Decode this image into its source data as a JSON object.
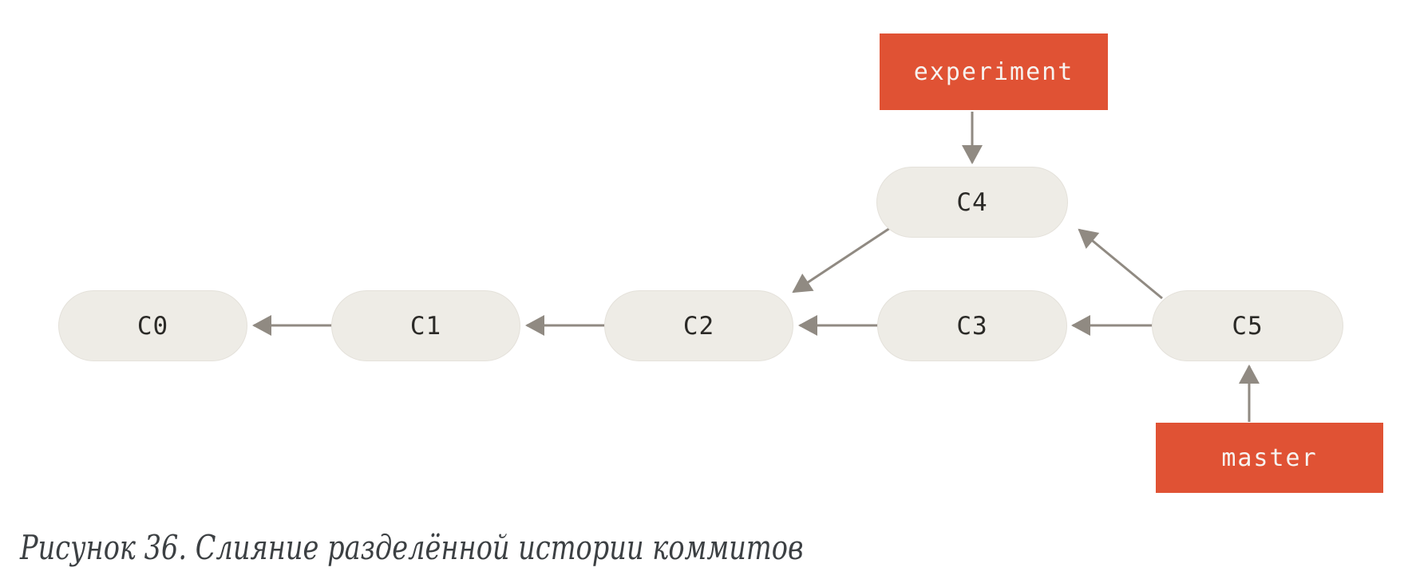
{
  "figure_caption": "Рисунок 36. Слияние разделённой истории коммитов",
  "diagram": {
    "type": "git-commit-graph",
    "commits": [
      {
        "label": "C0"
      },
      {
        "label": "C1"
      },
      {
        "label": "C2"
      },
      {
        "label": "C3"
      },
      {
        "label": "C4"
      },
      {
        "label": "C5"
      }
    ],
    "branches": [
      {
        "label": "experiment",
        "points_to": "C4"
      },
      {
        "label": "master",
        "points_to": "C5"
      }
    ],
    "edges": [
      {
        "from": "C1",
        "to": "C0"
      },
      {
        "from": "C2",
        "to": "C1"
      },
      {
        "from": "C3",
        "to": "C2"
      },
      {
        "from": "C4",
        "to": "C2"
      },
      {
        "from": "C5",
        "to": "C3"
      },
      {
        "from": "C5",
        "to": "C4"
      },
      {
        "from": "experiment",
        "to": "C4"
      },
      {
        "from": "master",
        "to": "C5"
      }
    ],
    "colors": {
      "branch_box": "#E05234",
      "branch_text": "#F7F3F0",
      "commit_node": "#EEECE6",
      "commit_text": "#2B2A27",
      "arrow": "#908A82",
      "caption_text": "#3C4043",
      "background": "#FFFFFF"
    }
  }
}
